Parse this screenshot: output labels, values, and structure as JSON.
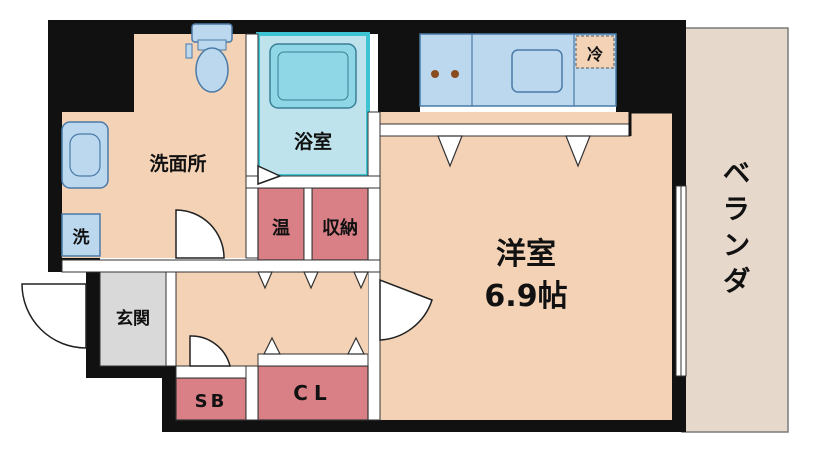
{
  "floorplan": {
    "rooms": {
      "washroom": "洗面所",
      "bath": "浴室",
      "western_room_name": "洋室",
      "western_room_size": "6.9帖",
      "balcony": "ベランダ",
      "entrance": "玄関",
      "water_heater": "温",
      "storage": "収納",
      "shoe_box": "SB",
      "closet": "CL"
    },
    "fixtures": {
      "washer": "洗",
      "fridge": "冷"
    },
    "colors": {
      "wall": "#111111",
      "floor": "#f3d2b6",
      "bath_floor": "#bfe3ec",
      "bath_tub": "#8fd6e6",
      "bath_frame": "#3ec3d2",
      "storage": "#d97f86",
      "entrance": "#d9d9d9",
      "balcony": "#e7d8cc",
      "fixture": "#bcd8ee",
      "fixture_stroke": "#4a7aa8",
      "kitchen_knob": "#8a4b1f"
    }
  }
}
